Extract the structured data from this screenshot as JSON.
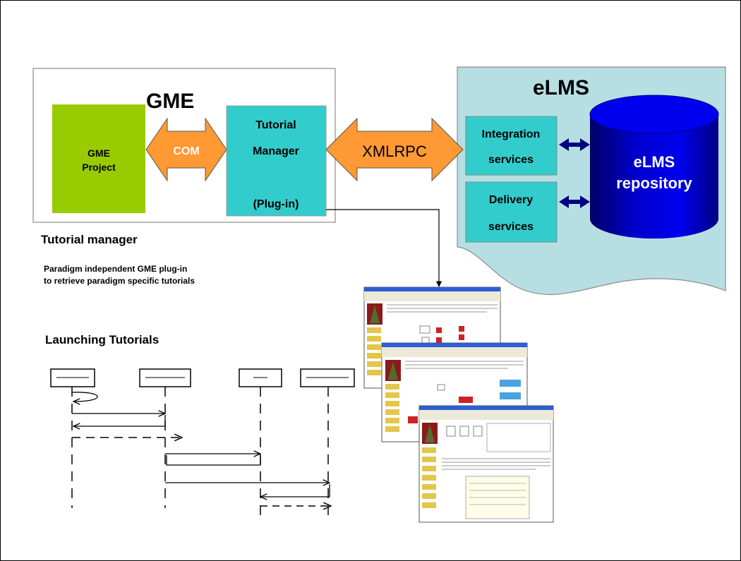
{
  "gme": {
    "title": "GME",
    "project_label": [
      "GME",
      "Project"
    ],
    "com_label": "COM",
    "tutorial_manager_label": [
      "Tutorial",
      "Manager",
      "(Plug-in)"
    ]
  },
  "connector": {
    "label": "XMLRPC"
  },
  "elms": {
    "title": "eLMS",
    "integration_services": [
      "Integration",
      "services"
    ],
    "delivery_services": [
      "Delivery",
      "services"
    ],
    "repository_label": [
      "eLMS",
      "repository"
    ]
  },
  "tutorial_manager": {
    "heading": "Tutorial manager",
    "description": [
      "Paradigm independent GME plug-in",
      "to retrieve paradigm specific tutorials"
    ]
  },
  "launching": {
    "heading": "Launching Tutorials"
  },
  "colors": {
    "gme_project": "#99cc00",
    "teal_box": "#33cccc",
    "elms_panel": "#b7dfe3",
    "arrow_orange": "#ff9933",
    "repository_blue": "#0000cc",
    "double_arrow": "#000080"
  },
  "icons": [
    "tutorial-screenshot-thumbnails",
    "database-cylinder-icon"
  ]
}
